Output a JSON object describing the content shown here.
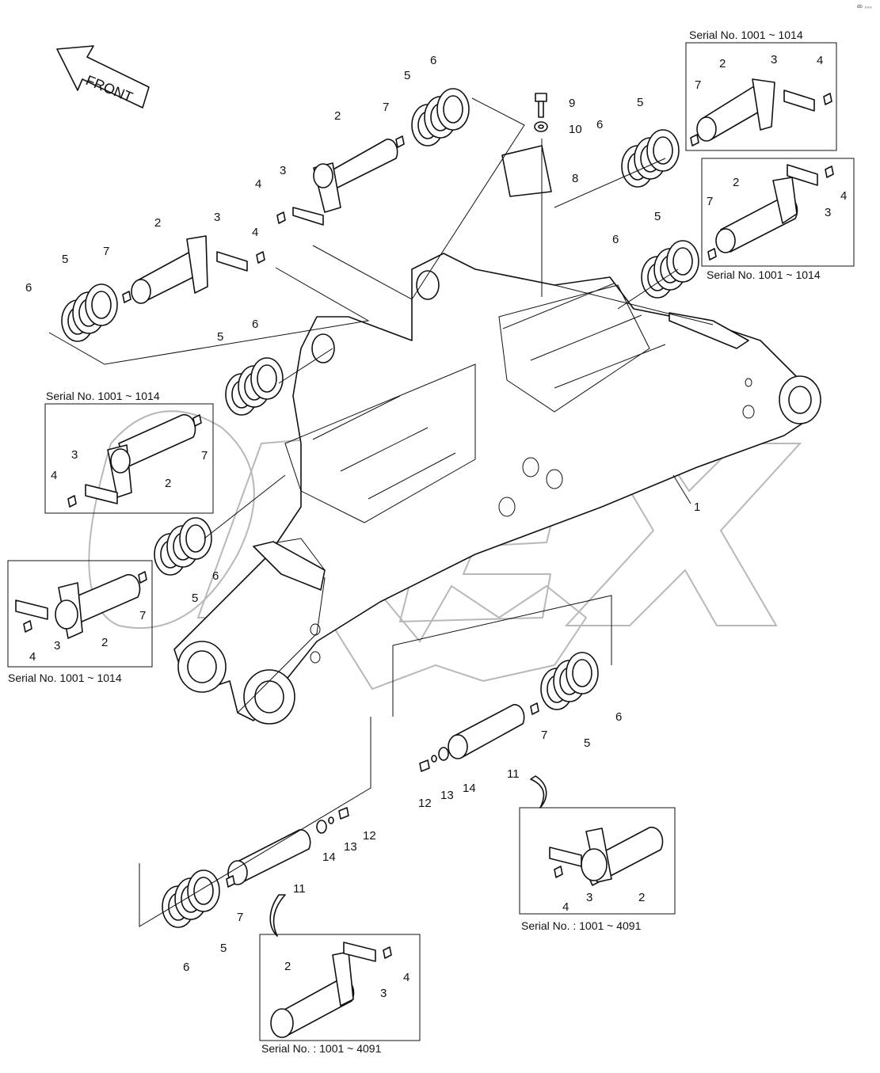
{
  "front_label": "FRONT",
  "corner_mark": "ᵈᵇ ◦◦◦",
  "watermark_text": "OPEX",
  "serials": {
    "s1": "Serial No. 1001 ~ 1014",
    "s2": "Serial No. 1001 ~ 1014",
    "s3": "Serial No. 1001 ~ 1014",
    "s4": "Serial No. 1001 ~ 1014",
    "s5": "Serial No. : 1001 ~ 4091",
    "s6": "Serial No. : 1001 ~ 4091"
  },
  "callouts": [
    "1",
    "2",
    "3",
    "4",
    "5",
    "6",
    "7",
    "8",
    "9",
    "10",
    "11",
    "12",
    "13",
    "14"
  ],
  "colors": {
    "line": "#111111",
    "watermark": "#b8b8b8",
    "background": "#ffffff"
  }
}
